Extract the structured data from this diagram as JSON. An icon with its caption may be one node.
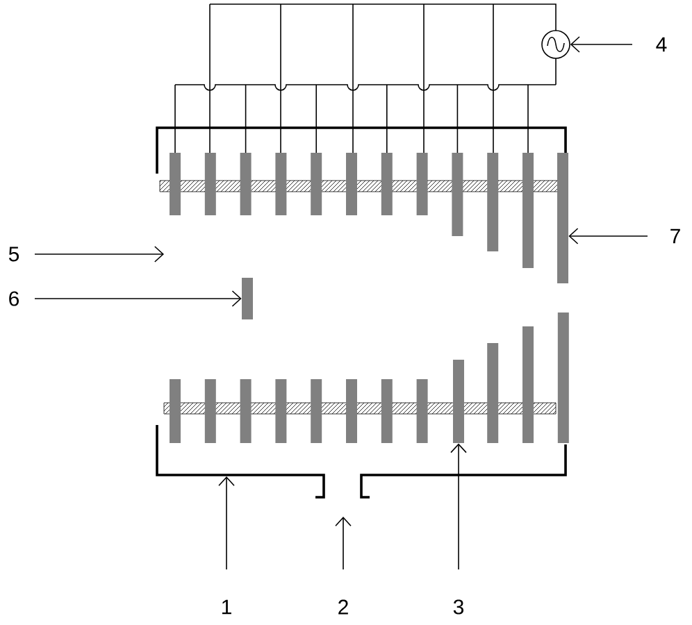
{
  "diagram": {
    "nodes": [
      {
        "text": [
          "1"
        ]
      },
      {
        "text": [
          "2"
        ]
      },
      {
        "text": [
          "3"
        ]
      },
      {
        "text": [
          "4"
        ]
      },
      {
        "text": [
          "5"
        ]
      },
      {
        "text": [
          "6"
        ]
      },
      {
        "text": [
          "7"
        ]
      },
      {
        "text": [],
        "shape": "circle"
      },
      {
        "text": [],
        "shape": "bar"
      },
      {
        "text": [],
        "shape": "bar"
      },
      {
        "text": [],
        "shape": "bar"
      }
    ],
    "edges": [
      {
        "from": 0,
        "to": null,
        "arrow": "to"
      },
      {
        "from": 1,
        "to": null,
        "arrow": "to"
      },
      {
        "from": 2,
        "to": 10,
        "arrow": "to"
      },
      {
        "from": 3,
        "to": 7,
        "arrow": "to"
      },
      {
        "from": 4,
        "to": null,
        "arrow": "to"
      },
      {
        "from": 5,
        "to": 8,
        "arrow": "to"
      },
      {
        "from": 6,
        "to": 9,
        "arrow": "to"
      }
    ]
  }
}
